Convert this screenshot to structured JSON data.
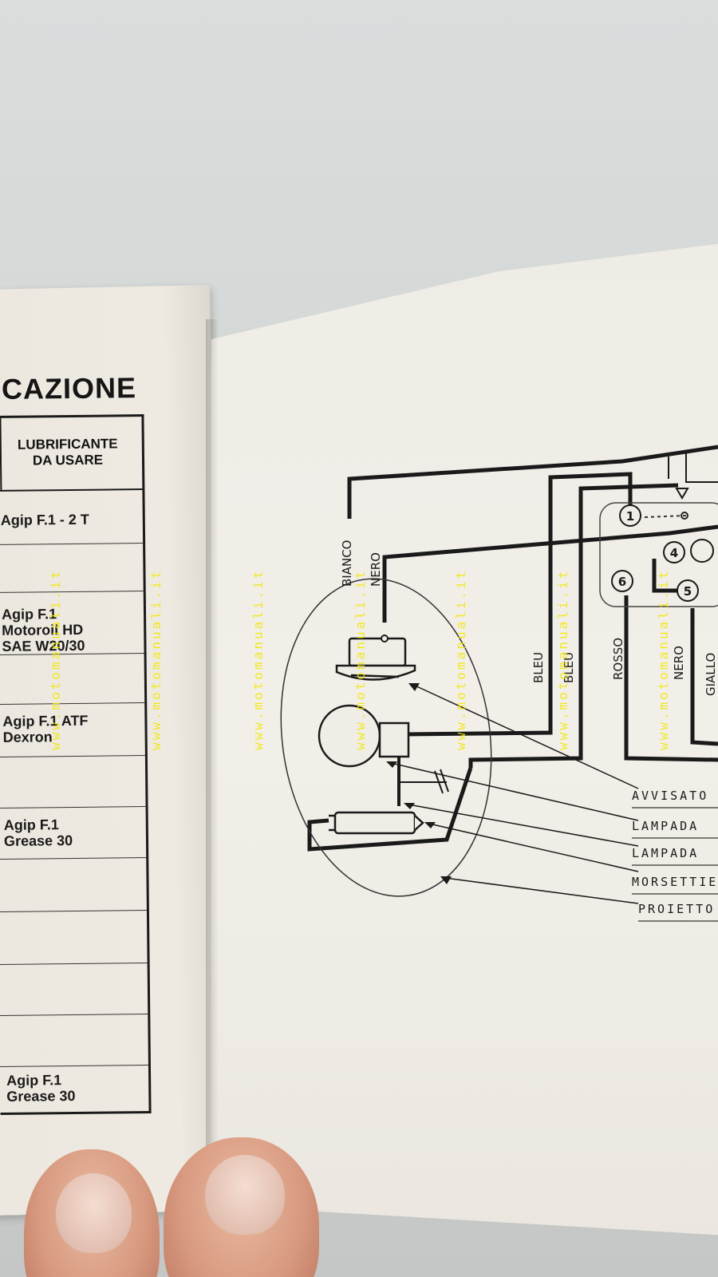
{
  "left_page": {
    "heading": "CAZIONE",
    "table_header": "LUBRIFICANTE\nDA USARE",
    "rows": [
      "Agip F.1 - 2 T",
      "",
      "Agip F.1\nMotoroil HD\nSAE W20/30",
      "",
      "Agip F.1 ATF\nDexron",
      "",
      "Agip F.1\nGrease 30",
      "",
      "",
      "",
      "Agip F.1\nGrease 30"
    ]
  },
  "diagram": {
    "wire_labels": [
      "BIANCO",
      "NERO",
      "BLEU",
      "BLEU",
      "ROSSO",
      "NERO",
      "GIALLO"
    ],
    "terminals": [
      "1",
      "4",
      "5",
      "6"
    ],
    "legend": [
      "AVVISATO",
      "LAMPADA",
      "LAMPADA",
      "MORSETTIE",
      "PROIETTO"
    ]
  },
  "watermark": "www.motomanuali.it",
  "colors": {
    "watermark": "#f2e800",
    "ink": "#1a1a1a",
    "paper": "#f0ede7"
  }
}
